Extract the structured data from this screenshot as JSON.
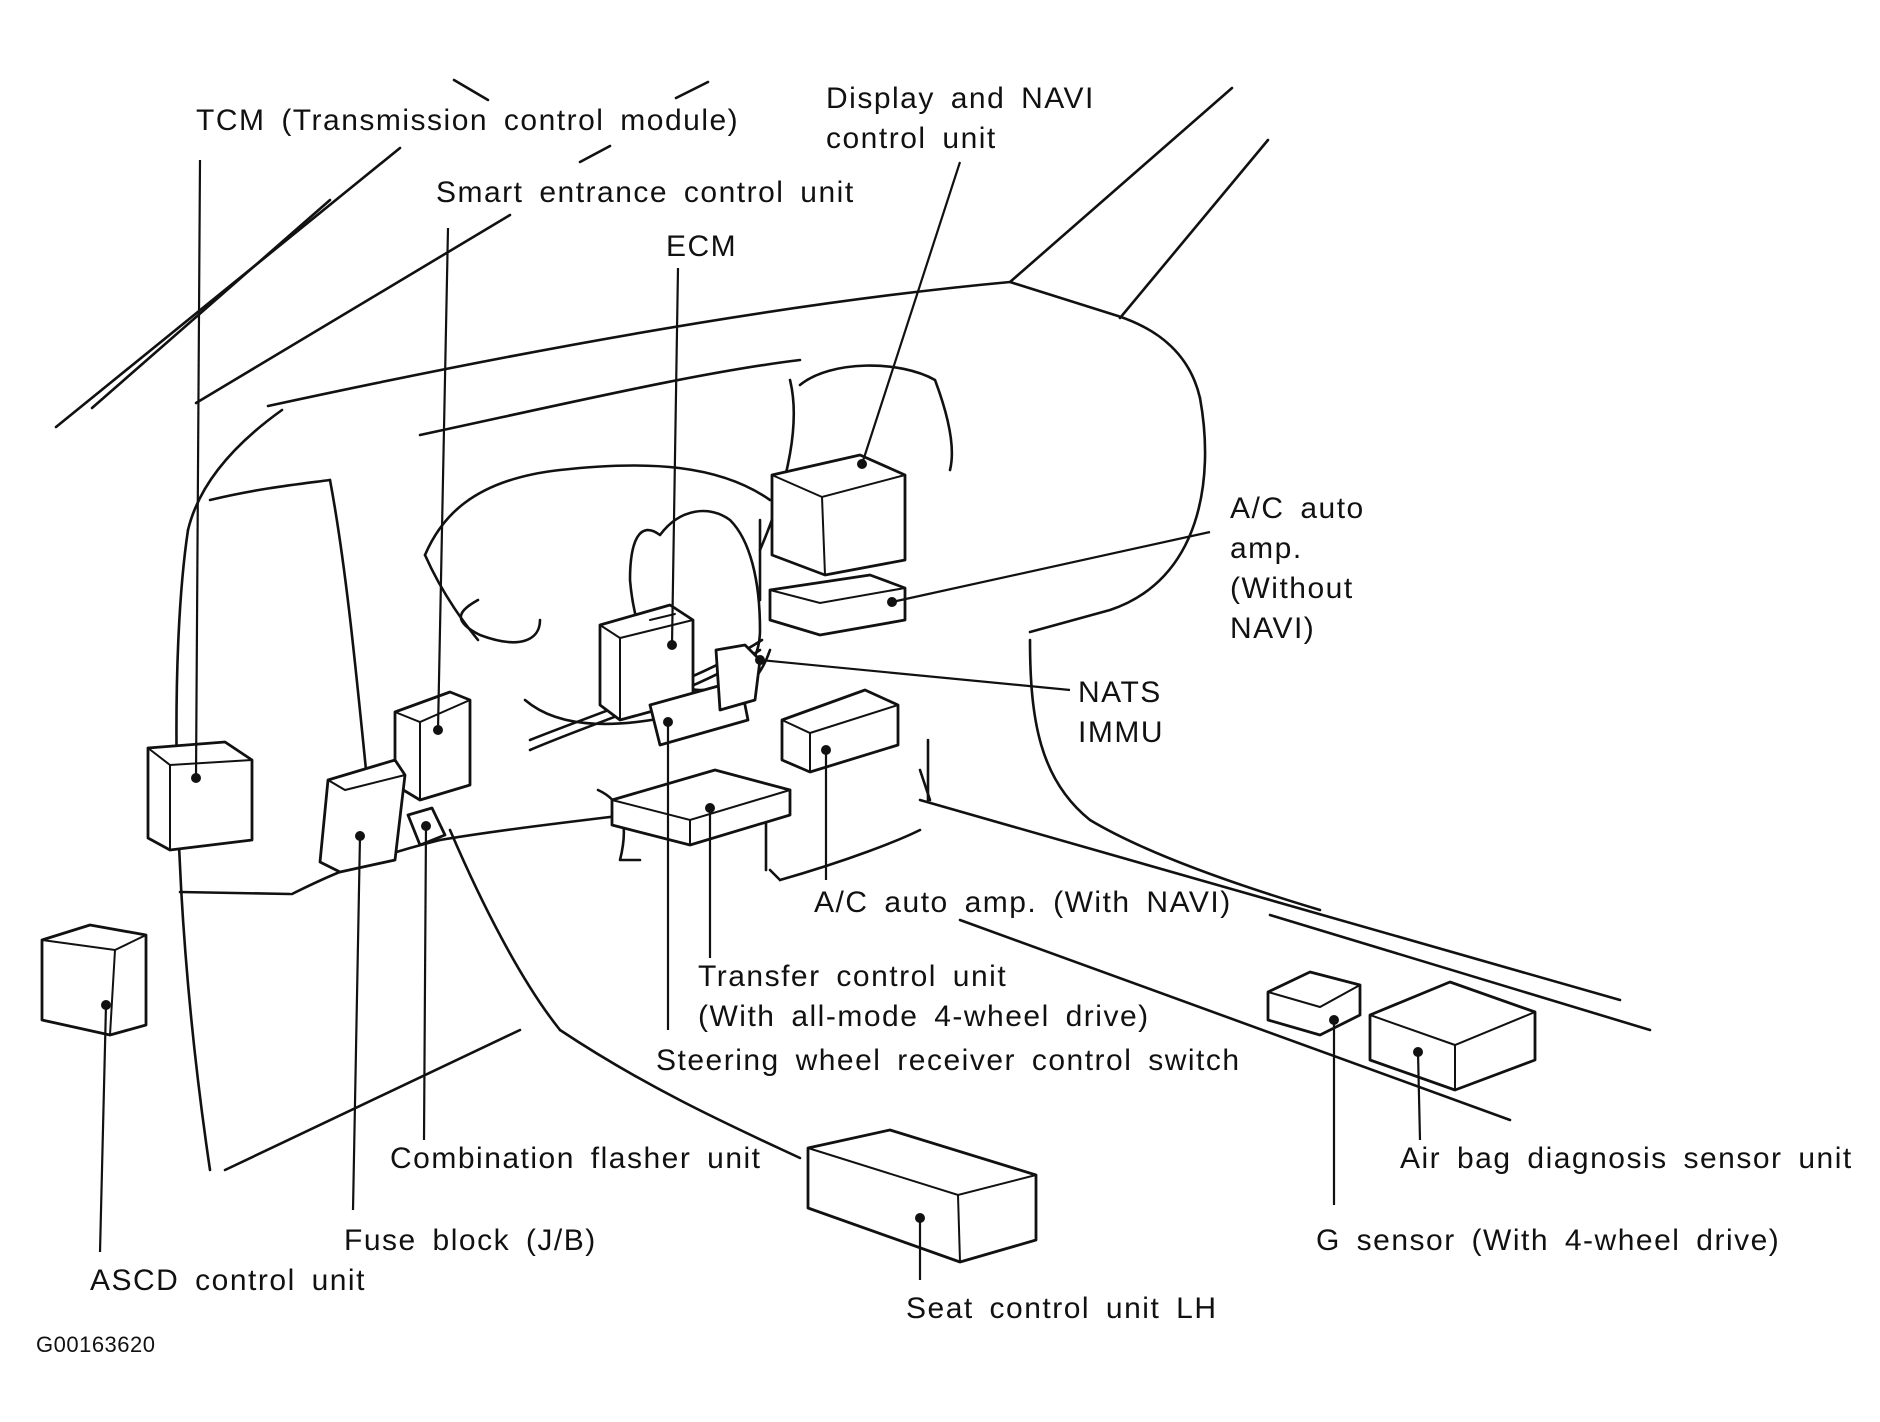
{
  "labels": {
    "tcm": "TCM (Transmission control module)",
    "smart_entrance": "Smart entrance control unit",
    "ecm": "ECM",
    "display_navi_1": "Display and NAVI",
    "display_navi_2": "control unit",
    "ac_auto_amp_1": "A/C auto",
    "ac_auto_amp_2": "amp.",
    "ac_auto_amp_3": "(Without",
    "ac_auto_amp_4": "NAVI)",
    "nats_1": "NATS",
    "nats_2": "IMMU",
    "ac_auto_amp_navi": "A/C auto amp. (With NAVI)",
    "transfer_1": "Transfer control unit",
    "transfer_2": "(With all-mode 4-wheel drive)",
    "steering_switch": "Steering wheel receiver control switch",
    "combination_flasher": "Combination flasher unit",
    "fuse_block": "Fuse block (J/B)",
    "ascd": "ASCD control unit",
    "seat_control": "Seat control unit LH",
    "airbag_sensor": "Air bag diagnosis sensor unit",
    "g_sensor": "G sensor (With 4-wheel drive)",
    "figure_code": "G00163620"
  }
}
